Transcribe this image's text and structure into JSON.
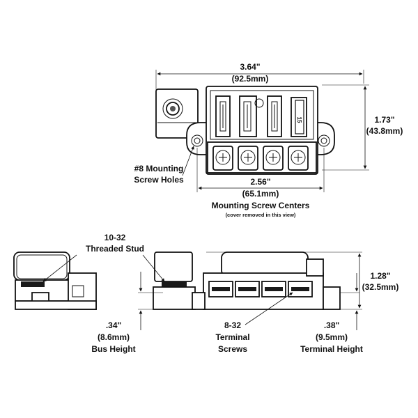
{
  "top_view": {
    "width_in": "3.64\"",
    "width_mm": "(92.5mm)",
    "height_in": "1.73\"",
    "height_mm": "(43.8mm)",
    "screw_centers_in": "2.56\"",
    "screw_centers_mm": "(65.1mm)",
    "mounting_caption": "Mounting Screw Centers",
    "cover_note": "(cover removed in this view)",
    "mount_holes_line1": "#8 Mounting",
    "mount_holes_line2": "Screw Holes"
  },
  "side_view": {
    "stud_line1": "10-32",
    "stud_line2": "Threaded Stud",
    "height_in": "1.28\"",
    "height_mm": "(32.5mm)",
    "bus_in": ".34\"",
    "bus_mm": "(8.6mm)",
    "bus_label": "Bus Height",
    "screws_line1": "8-32",
    "screws_line2": "Terminal",
    "screws_line3": "Screws",
    "term_in": ".38\"",
    "term_mm": "(9.5mm)",
    "term_label": "Terminal Height"
  },
  "fuse_text": "15"
}
